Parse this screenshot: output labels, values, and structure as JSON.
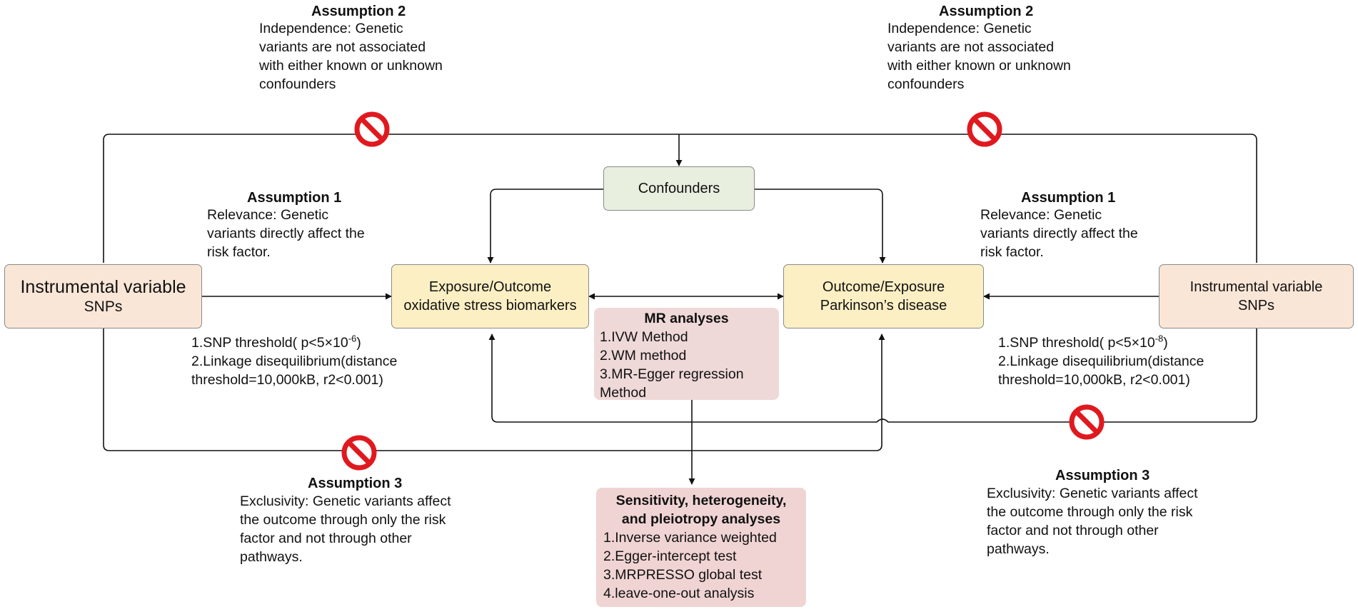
{
  "colors": {
    "instrument_fill": "#fae6d7",
    "exposure_fill": "#fcefc4",
    "confounder_fill": "#e8efdf",
    "analysis_fill": "#efd8d8",
    "sign_red": "#e0191f"
  },
  "assumption2_left": {
    "title": "Assumption 2",
    "lines": [
      "Independence: Genetic",
      "variants are not associated",
      "with either known or unknown",
      "confounders"
    ]
  },
  "assumption2_right": {
    "title": "Assumption 2",
    "lines": [
      "Independence: Genetic",
      "variants are not associated",
      "with either known or unknown",
      "confounders"
    ]
  },
  "assumption1_left": {
    "title": "Assumption 1",
    "lines": [
      "Relevance: Genetic",
      "variants directly affect the",
      "risk factor."
    ]
  },
  "assumption1_right": {
    "title": "Assumption 1",
    "lines": [
      "Relevance: Genetic",
      "variants directly affect the",
      "risk factor."
    ]
  },
  "assumption3_left": {
    "title": "Assumption 3",
    "lines": [
      "Exclusivity: Genetic variants affect",
      "the outcome through only the risk",
      "factor and not through other",
      "pathways."
    ]
  },
  "assumption3_right": {
    "title": "Assumption 3",
    "lines": [
      "Exclusivity: Genetic variants affect",
      "the outcome through only the risk",
      "factor and not through other",
      "pathways."
    ]
  },
  "confounders": {
    "label": "Confounders"
  },
  "instrument_left": {
    "line1": "Instrumental variable",
    "line2": "SNPs"
  },
  "instrument_right": {
    "line1": "Instrumental variable",
    "line2": "SNPs"
  },
  "exposure_left": {
    "line1": "Exposure/Outcome",
    "line2": "oxidative stress biomarkers"
  },
  "exposure_right": {
    "line1": "Outcome/Exposure",
    "line2": "Parkinson’s disease"
  },
  "threshold_left": {
    "snp_prefix": "1.SNP threshold( p<5×10",
    "snp_exp": "-6",
    "snp_suffix": ")",
    "ld_line1": "2.Linkage disequilibrium(distance",
    "ld_line2": "threshold=10,000kB, r2<0.001)"
  },
  "threshold_right": {
    "snp_prefix": "1.SNP threshold( p<5×10",
    "snp_exp": "-8",
    "snp_suffix": ")",
    "ld_line1": "2.Linkage disequilibrium(distance",
    "ld_line2": "threshold=10,000kB, r2<0.001)"
  },
  "mr_analyses": {
    "title": "MR analyses",
    "items": [
      "1.IVW Method",
      "2.WM method",
      "3.MR-Egger regression",
      "Method"
    ]
  },
  "sensitivity": {
    "title_line1": "Sensitivity, heterogeneity,",
    "title_line2": "and pleiotropy analyses",
    "items": [
      "1.Inverse variance weighted",
      "2.Egger-intercept test",
      "3.MRPRESSO global test",
      "4.leave-one-out analysis"
    ]
  }
}
